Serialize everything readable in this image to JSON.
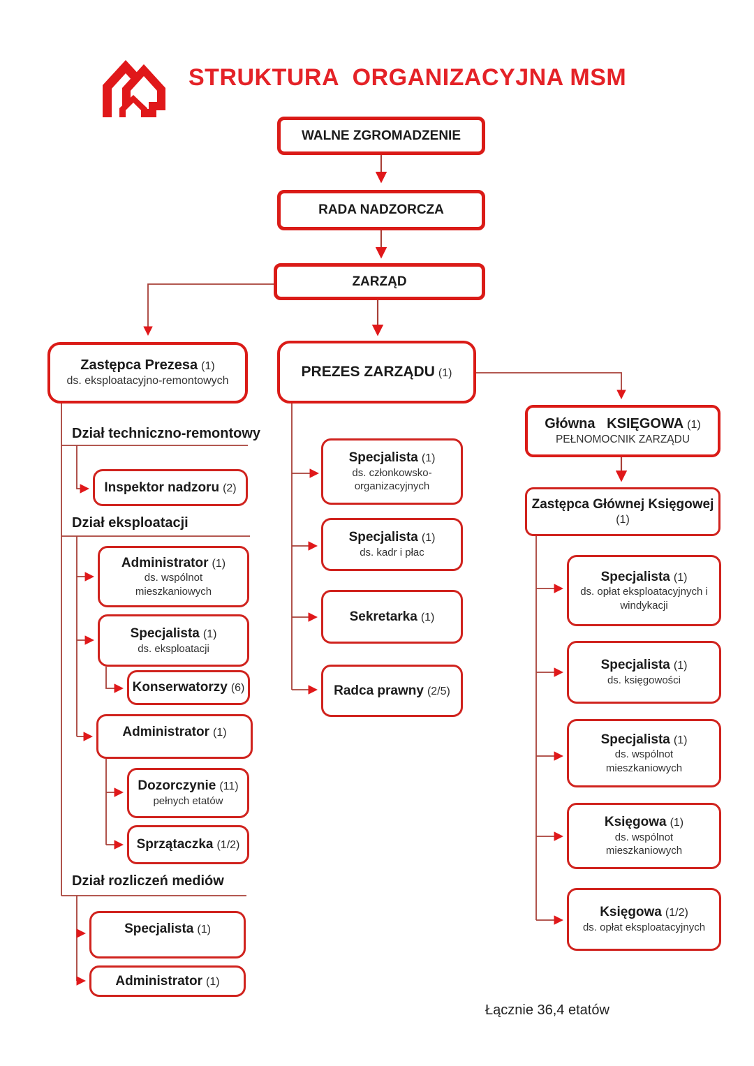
{
  "title": "STRUKTURA  ORGANIZACYJNA MSM",
  "footer": "Łącznie 36,4 etatów",
  "colors": {
    "accent_red": "#da1b17",
    "line_red": "#a84038",
    "arrow_red": "#e0181a",
    "text_black": "#1b1b1b"
  },
  "logo": {
    "name": "msm-house-logo"
  },
  "top": {
    "walne": {
      "name": "WALNE ZGROMADZENIE"
    },
    "rada": {
      "name": "RADA NADZORCZA"
    },
    "zarzad": {
      "name": "ZARZĄD"
    }
  },
  "left": {
    "head": {
      "name": "Zastępca Prezesa",
      "count": "(1)",
      "sub": "ds. eksploatacyjno-remontowych"
    },
    "sections": [
      {
        "header": "Dział techniczno-remontowy",
        "boxes": [
          {
            "name": "Inspektor nadzoru",
            "count": "(2)"
          }
        ]
      },
      {
        "header": "Dział eksploatacji",
        "boxes": [
          {
            "name": "Administrator",
            "count": "(1)",
            "sub1": "ds. wspólnot",
            "sub2": "mieszkaniowych"
          },
          {
            "name": "Specjalista",
            "count": "(1)",
            "sub1": "ds. eksploatacji"
          },
          {
            "name": "Konserwatorzy",
            "count": "(6)"
          },
          {
            "name": "Administrator",
            "count": "(1)"
          },
          {
            "name": "Dozorczynie",
            "count": "(11)",
            "sub1": "pełnych etatów"
          },
          {
            "name": "Sprzątaczka",
            "count": "(1/2)"
          }
        ]
      },
      {
        "header": "Dział rozliczeń mediów",
        "boxes": [
          {
            "name": "Specjalista",
            "count": "(1)"
          },
          {
            "name": "Administrator",
            "count": "(1)"
          }
        ]
      }
    ]
  },
  "center": {
    "head": {
      "name": "PREZES ZARZĄDU",
      "count": "(1)"
    },
    "children": [
      {
        "name": "Specjalista",
        "count": "(1)",
        "sub1": "ds. członkowsko-",
        "sub2": "organizacyjnych"
      },
      {
        "name": "Specjalista",
        "count": "(1)",
        "sub1": "ds. kadr i płac"
      },
      {
        "name": "Sekretarka",
        "count": "(1)"
      },
      {
        "name": "Radca prawny",
        "count": "(2/5)"
      }
    ]
  },
  "right": {
    "head": {
      "name": "Główna   KSIĘGOWA",
      "count": "(1)",
      "sub": "PEŁNOMOCNIK ZARZĄDU"
    },
    "deputy": {
      "name": "Zastępca Głównej Księgowej",
      "count": "(1)"
    },
    "children": [
      {
        "name": "Specjalista",
        "count": "(1)",
        "sub1": "ds. opłat eksploatacyjnych i",
        "sub2": "windykacji"
      },
      {
        "name": "Specjalista",
        "count": "(1)",
        "sub1": "ds. księgowości"
      },
      {
        "name": "Specjalista",
        "count": "(1)",
        "sub1": "ds. wspólnot",
        "sub2": "mieszkaniowych"
      },
      {
        "name": "Księgowa",
        "count": "(1)",
        "sub1": "ds. wspólnot",
        "sub2": "mieszkaniowych"
      },
      {
        "name": "Księgowa",
        "count": "(1/2)",
        "sub1": "ds. opłat eksploatacyjnych"
      }
    ]
  }
}
